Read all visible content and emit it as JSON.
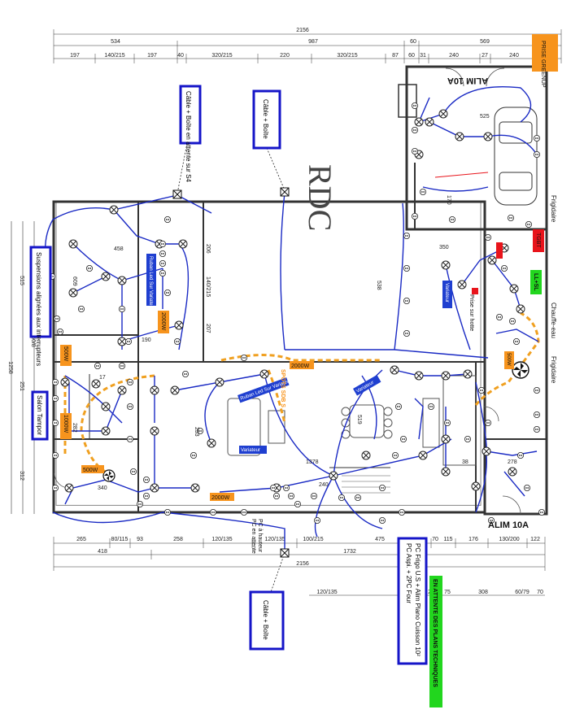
{
  "title": "RDC",
  "dimensions": {
    "top_total": "2156",
    "top_row1": [
      "534",
      "987",
      "60",
      "569"
    ],
    "top_row2": [
      "197",
      "140/215",
      "197",
      "40",
      "320/215",
      "220",
      "320/215",
      "87",
      "60",
      "31",
      "240",
      "27",
      "240"
    ],
    "bottom_row1": [
      "265",
      "80/115",
      "93",
      "258",
      "120/135",
      "120/135",
      "100/215",
      "475",
      "70",
      "115",
      "176",
      "130/200",
      "122"
    ],
    "bottom_row2": [
      "418",
      "1732"
    ],
    "bottom_total": "2156",
    "bottom_row3": [
      "120/135",
      "20",
      "75",
      "308",
      "60/79",
      "70"
    ],
    "left": [
      "1258",
      "515",
      "251",
      "312",
      "60/8"
    ],
    "inner": [
      "458",
      "609",
      "206",
      "140/215",
      "207",
      "190",
      "282",
      "538",
      "350",
      "525",
      "170",
      "253",
      "519",
      "1378",
      "278",
      "340",
      "240",
      "38",
      "17"
    ]
  },
  "callouts": {
    "top_left": "Câble + Boîte en attente sur S4",
    "top_center": "Câble + Boîte",
    "bottom_center": "Câble + Boîte",
    "bottom_right_line1": "PC Aspi. + 2PC Four",
    "bottom_right_line2": "PC Frigo U.S + Alim Plano Cuisson 10²",
    "left": "Suspensions alignées aux interrupteurs",
    "left_small": "Salon Tampor"
  },
  "tags": {
    "prise_greenup": "PRISE GREENUP",
    "alim_top": "ALIM 10A",
    "alim_bottom": "ALIM 10A",
    "tgbt": "TGBT",
    "ll_sl": "LL+SL",
    "en_attente": "EN ATTENTE DES PLANS TECHNIQUES",
    "watt_2000_a": "2000W",
    "watt_2000_b": "2000W",
    "watt_2000_c": "2000W",
    "watt_500_a": "500W",
    "watt_500_b": "500W",
    "watt_500_c": "500W",
    "watt_1000": "1000W",
    "chauffe_eau": "Chauffe-eau",
    "frigidaire_a": "Frigidaire",
    "frigidaire_b": "Frigidaire",
    "prise_sur_hotte": "Prise sur hotte",
    "variateur_a": "Variateur",
    "variateur_b": "Variateur",
    "variateur_c": "Variateur",
    "ruban_a": "Ruban Led Sur Variateur",
    "ruban_b": "Ruban Led Sur Variateur",
    "pc_hauteur": "PC à hauteur",
    "pc_attente": "PC en attente",
    "orange_label": "SPOTS SDB S"
  },
  "colors": {
    "wire": "#1a2ac4",
    "orange": "#f7941d",
    "green": "#22d61e",
    "red": "#e8141b",
    "blue_box": "#1515c8"
  }
}
